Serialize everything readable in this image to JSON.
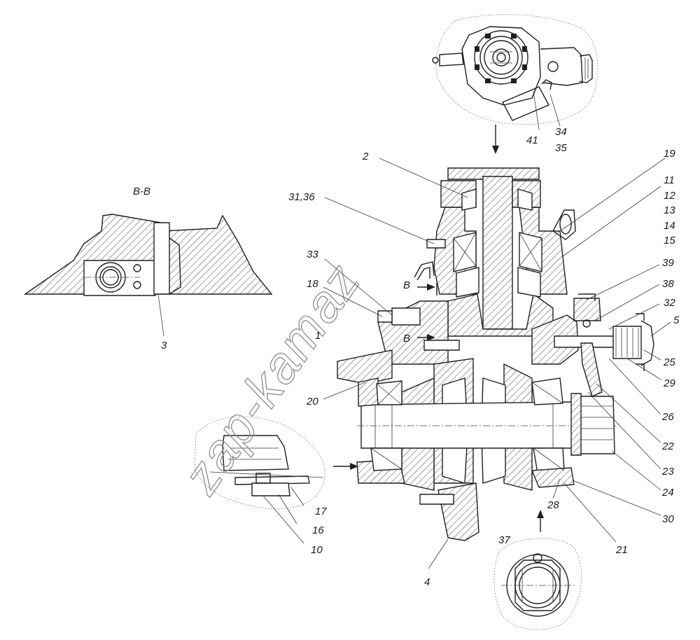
{
  "section_title": "B-B",
  "watermark": "zap-kamaz",
  "section_marks": [
    "B",
    "B"
  ],
  "callouts": {
    "c2": "2",
    "c19": "19",
    "c11": "11",
    "c12": "12",
    "c13": "13",
    "c14": "14",
    "c15": "15",
    "c31_36": "31,36",
    "c39": "39",
    "c38": "38",
    "c32": "32",
    "c5": "5",
    "c25": "25",
    "c29": "29",
    "c26": "26",
    "c22": "22",
    "c23": "23",
    "c24": "24",
    "c30": "30",
    "c21": "21",
    "c28": "28",
    "c4": "4",
    "c37": "37",
    "c33": "33",
    "c18": "18",
    "c1": "1",
    "c20": "20",
    "c3": "3",
    "c17": "17",
    "c16": "16",
    "c10": "10",
    "c41": "41",
    "c34": "34",
    "c35": "35"
  },
  "colors": {
    "line": "#1f1f1f",
    "watermark": "#8c8c8c",
    "background": "#ffffff"
  }
}
